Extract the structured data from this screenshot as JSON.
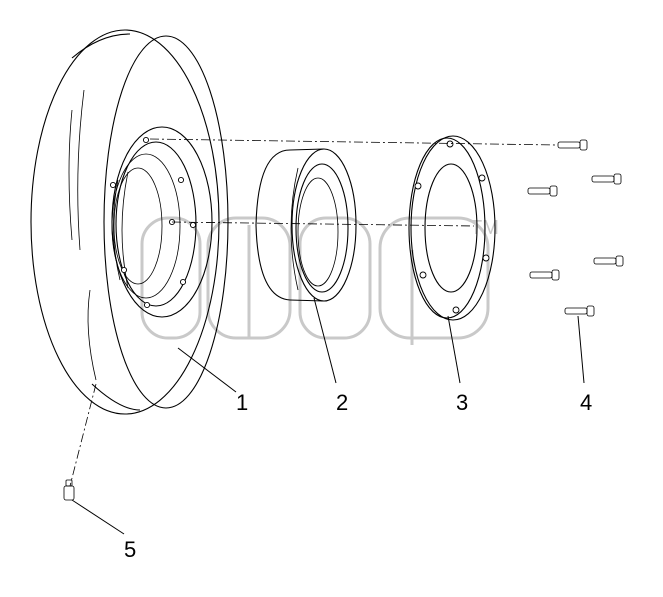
{
  "diagram": {
    "type": "exploded-parts-view",
    "callouts": [
      {
        "id": "callout-1",
        "label": "1"
      },
      {
        "id": "callout-2",
        "label": "2"
      },
      {
        "id": "callout-3",
        "label": "3"
      },
      {
        "id": "callout-4",
        "label": "4"
      },
      {
        "id": "callout-5",
        "label": "5"
      }
    ],
    "watermark": {
      "trademark": "TM"
    },
    "colors": {
      "line": "#000000",
      "background": "#ffffff",
      "watermark": "#c9c9c9"
    }
  }
}
